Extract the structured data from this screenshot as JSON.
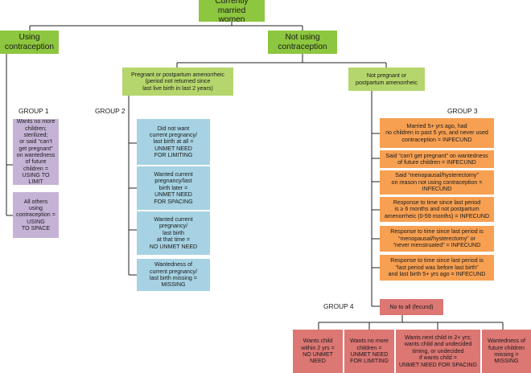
{
  "colors": {
    "green": "#8dc63f",
    "light_green": "#b5d66c",
    "purple": "#c5b3d6",
    "blue": "#a6d2e3",
    "orange": "#f7a052",
    "red": "#dc7773"
  },
  "root": "Currently married\nwomen",
  "using": "Using\ncontraception",
  "not_using": "Not using\ncontraception",
  "pregnant": "Pregnant or postpartum amenorrheic\n(period not returned since\nlast live birth in last 2 years)",
  "not_pregnant": "Not pregnant or\npostpartum amenorrheic",
  "groups": {
    "g1": "GROUP 1",
    "g2": "GROUP 2",
    "g3": "GROUP 3",
    "g4": "GROUP 4"
  },
  "group1": [
    "Wants no more\nchildren;\nsterilized;\nor said “can’t\nget pregnant”\non wantedness\nof future\nchildren =\nUSING TO LIMIT",
    "All others\nusing\ncontraception =\nUSING\nTO SPACE"
  ],
  "group2": [
    "Did not want\ncurrent pregnancy/\nlast birth at all =\nUNMET NEED\nFOR LIMITING",
    "Wanted current\npregnancy/last\nbirth later =\nUNMET NEED\nFOR SPACING",
    "Wanted current\npregnancy/\nlast birth\nat that time =\nNO UNMET NEED",
    "Wantedness of\ncurrent pregnancy/\nlast birth missing =\nMISSING"
  ],
  "group3": [
    "Married 5+ yrs ago, had\nno children in past 5 yrs, and never used\ncontraception = INFECUND",
    "Said “can’t get pregnant” on wantedness\nof future children = INFECUND",
    "Said “menopausal/hysterectomy”\non reason not using contraception =\nINFECUND",
    "Response to time since last period\nis ≥ 6 months and not postpartum\namenorrheic (0-59 months) = INFECUND",
    "Response to time since last period is\n“menopausal/hysterectomy” or\n“never menstruated” = INFECUND",
    "Response to time since last period is\n“last period was before last birth”\nand last birth 5+ yrs ago = INFECUND"
  ],
  "fecund": "No to all (fecund)",
  "group4": [
    "Wants child\nwithin 2 yrs =\nNO UNMET\nNEED",
    "Wants no more\nchildren =\nUNMET NEED\nFOR LIMITING",
    "Wants next child in 2+ yrs;\nwants child and undecided\ntiming, or undecided\nif wants child =\nUNMET NEED  FOR SPACING",
    "Wantedness of\nfuture children\nmissing =\nMISSING"
  ]
}
